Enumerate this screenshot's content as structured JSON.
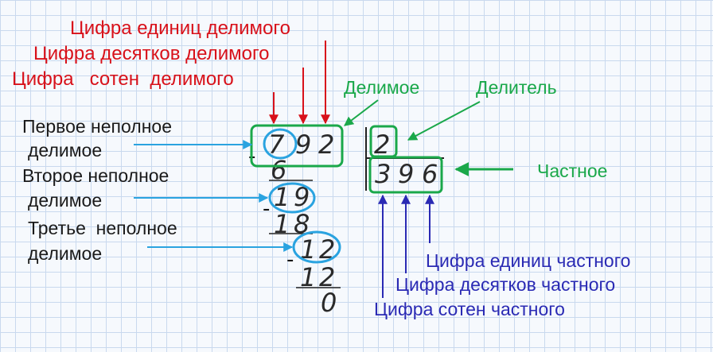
{
  "labels": {
    "dividend_units_digit": "Цифра единиц делимого",
    "dividend_tens_digit": "Цифра десятков делимого",
    "dividend_hundreds_digit": "Цифра   сотен  делимого",
    "dividend": "Делимое",
    "divisor": "Делитель",
    "quotient": "Частное",
    "first_partial_line1": "Первое неполное",
    "first_partial_line2": "делимое",
    "second_partial_line1": "Второе неполное",
    "second_partial_line2": "делимое",
    "third_partial_line1": "Третье  неполное",
    "third_partial_line2": "делимое",
    "quotient_units_digit": "Цифра единиц частного",
    "quotient_tens_digit": "Цифра десятков частного",
    "quotient_hundreds_digit": "Цифра сотен частного"
  },
  "division": {
    "dividend_digits": [
      "7",
      "9",
      "2"
    ],
    "divisor": "2",
    "quotient_digits": [
      "3",
      "9",
      "6"
    ],
    "minus_sign": "-",
    "step1_subtrahend": "6",
    "step2_partial": [
      "1",
      "9"
    ],
    "step2_subtrahend": [
      "1",
      "8"
    ],
    "step3_partial": [
      "1",
      "2"
    ],
    "step3_subtrahend": [
      "1",
      "2"
    ],
    "remainder": "0"
  },
  "colors": {
    "red": "#d8111a",
    "green": "#1aa84a",
    "blue_arrows": "#2aa3e0",
    "dark_blue": "#2a2ab4",
    "grid": "#c9d9ee"
  }
}
